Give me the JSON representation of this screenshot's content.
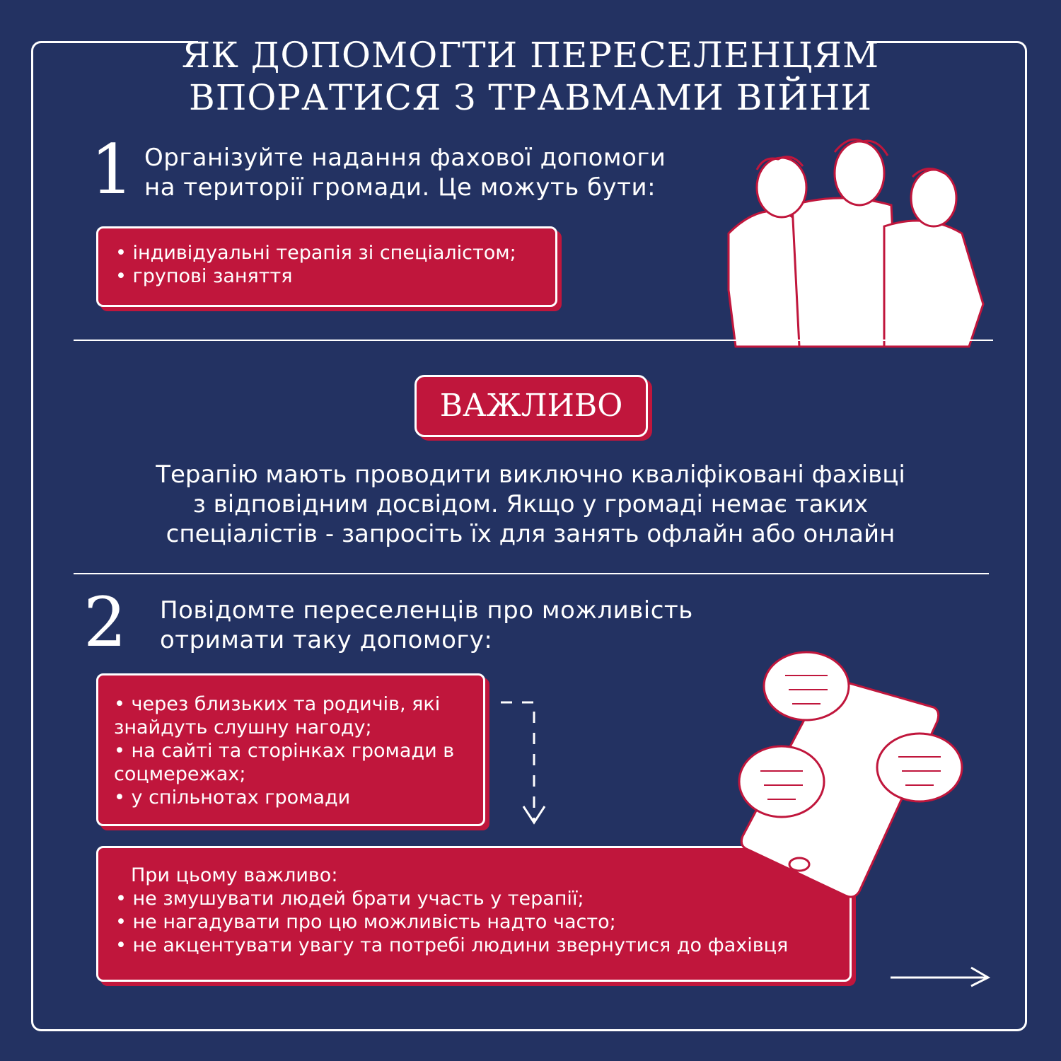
{
  "title": [
    "ЯК ДОПОМОГТИ ПЕРЕСЕЛЕНЦЯМ",
    "ВПОРАТИСЯ З ТРАВМАМИ ВІЙНИ"
  ],
  "step1": {
    "number": "1",
    "lead": [
      "Організуйте надання фахової допомоги",
      "на території громади. Це можуть бути:"
    ],
    "items": [
      "індивідуальні терапія зі спеціалістом;",
      "групові заняття"
    ]
  },
  "important": {
    "badge": "ВАЖЛИВО",
    "text": [
      "Терапію мають проводити виключно кваліфіковані фахівці",
      "з відповідним досвідом. Якщо у громаді немає таких",
      "спеціалістів - запросіть їх для занять офлайн або онлайн"
    ]
  },
  "step2": {
    "number": "2",
    "lead": [
      "Повідомте переселенців про можливість",
      "отримати таку допомогу:"
    ],
    "items": [
      "через близьких та родичів, які знайдуть слушну нагоду;",
      "на сайті та сторінках громади в соцмережах;",
      "у спільнотах громади"
    ],
    "note_title": "При цьому важливо:",
    "note_items": [
      "не змушувати людей брати участь у терапії;",
      "не нагадувати про цю можливість надто часто;",
      "не акцентувати увагу та потребі людини звернутися до фахівця"
    ]
  },
  "colors": {
    "background": "#233262",
    "accent": "#c0163c"
  }
}
